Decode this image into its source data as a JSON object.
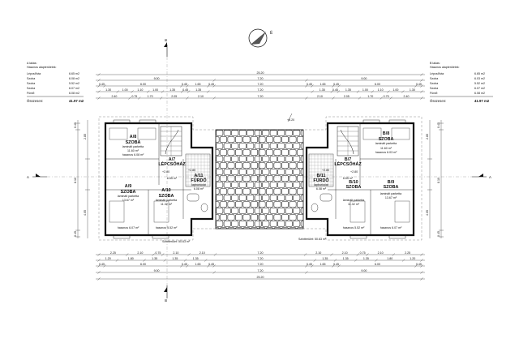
{
  "north_label": "É",
  "section_marks": {
    "b": "B",
    "a": "A"
  },
  "schedule_left": {
    "title": "A lakás:",
    "subtitle": "Hasznos alapterületek:",
    "rows": [
      {
        "name": "Lépcsőház",
        "area": "6.65 m2"
      },
      {
        "name": "Szoba",
        "area": "6.08 m2"
      },
      {
        "name": "Szoba",
        "area": "5.52 m2"
      },
      {
        "name": "Szoba",
        "area": "6.07 m2"
      },
      {
        "name": "Fürdő",
        "area": "6.08 m2"
      }
    ],
    "total_label": "Összesen:",
    "total_value": "41.97 m2"
  },
  "schedule_right": {
    "title": "B lakás:",
    "subtitle": "Hasznos alapterületek:",
    "rows": [
      {
        "name": "Lépcsőház",
        "area": "6.65 m2"
      },
      {
        "name": "Szoba",
        "area": "6.03 m2"
      },
      {
        "name": "Szoba",
        "area": "5.52 m2"
      },
      {
        "name": "Szoba",
        "area": "6.07 m2"
      },
      {
        "name": "Fürdő",
        "area": "6.08 m2"
      }
    ],
    "total_label": "Összesen:",
    "total_value": "41.97 m2"
  },
  "dims_top": {
    "overall": "25.20",
    "r2": [
      "9.00",
      "7.20",
      "9.00"
    ],
    "r3": [
      "0.45",
      "6.00",
      "0.45",
      "1.65",
      "0.45",
      "7.20",
      "0.45",
      "1.65",
      "0.45",
      "6.00",
      "0.45"
    ],
    "r4": [
      "1.30",
      "1.00",
      "1.10",
      "1.00",
      "1.35",
      "0.45",
      "1.35",
      "7.20",
      "1.35",
      "0.45",
      "1.35",
      "1.00",
      "1.10",
      "1.00",
      "1.30"
    ],
    "r5": [
      "2.40",
      "0.75",
      "1.70",
      "2.05",
      "2.10",
      "7.20",
      "2.10",
      "2.05",
      "1.70",
      "0.75",
      "2.40"
    ]
  },
  "dims_bottom": {
    "r1": [
      "2.25",
      "2.10",
      "0.75",
      "2.10",
      "2.10",
      "7.20",
      "2.10",
      "2.10",
      "0.75",
      "2.10",
      "2.25"
    ],
    "r2": [
      "1.20",
      "1.80",
      "1.35",
      "1.35",
      "1.35",
      "7.20",
      "1.35",
      "1.35",
      "1.35",
      "1.80",
      "1.20"
    ],
    "r3": [
      "0.45",
      "6.00",
      "0.45",
      "1.65",
      "0.45",
      "7.20",
      "0.45",
      "1.65",
      "0.45",
      "6.00",
      "0.45"
    ],
    "r4": [
      "9.00",
      "7.20",
      "9.00"
    ],
    "overall": "25.20"
  },
  "unit_a": {
    "rooms": [
      {
        "id": "A/8",
        "name": "SZOBA",
        "floor": "laminált parketta",
        "area": "11.60 m²",
        "useful": "hasznos 6.08 m²"
      },
      {
        "id": "A/7",
        "name": "LÉPCSŐHÁZ",
        "floor": "",
        "area": "6.65 m²",
        "useful": ""
      },
      {
        "id": "A/11",
        "name": "FÜRDŐ",
        "floor": "lapburkolat",
        "area": "6.08 m²",
        "useful": ""
      },
      {
        "id": "A/9",
        "name": "SZOBA",
        "floor": "laminált parketta",
        "area": "13.67 m²",
        "useful": "hasznos 6.07 m²"
      },
      {
        "id": "A/10",
        "name": "SZOBA",
        "floor": "laminált parketta",
        "area": "11.32 m²",
        "useful": "hasznos 5.52 m²"
      }
    ],
    "total": "Szintterület: 50.63 m²"
  },
  "unit_b": {
    "rooms": [
      {
        "id": "B/8",
        "name": "SZOBA",
        "floor": "laminált parketta",
        "area": "11.60 m²",
        "useful": "hasznos 6.03 m²"
      },
      {
        "id": "B/7",
        "name": "LÉPCSŐHÁZ",
        "floor": "",
        "area": "6.65 m²",
        "useful": ""
      },
      {
        "id": "B/11",
        "name": "FÜRDŐ",
        "floor": "lapburkolat",
        "area": "6.08 m²",
        "useful": ""
      },
      {
        "id": "B/10",
        "name": "SZOBA",
        "floor": "laminált parketta",
        "area": "11.32 m²",
        "useful": "hasznos 5.52 m²"
      },
      {
        "id": "B/9",
        "name": "SZOBA",
        "floor": "laminált parketta",
        "area": "13.67 m²",
        "useful": "hasznos 6.07 m²"
      }
    ],
    "total": "Szintterület: 50.63 m²"
  },
  "levels": {
    "roof_ridge": "+6.20",
    "a_stair": "+2.80",
    "b_stair": "+2.80",
    "a_bath": "+2.80",
    "b_bath": "+2.80"
  },
  "side_dims": {
    "left": [
      "0.45",
      "8.10",
      "0.45"
    ],
    "right": [
      "0.45",
      "8.10",
      "0.45"
    ],
    "left_small": [
      "0.45",
      "2.85",
      "4.05",
      "0.45"
    ],
    "right_small": [
      "0.45",
      "2.85",
      "4.05",
      "0.45"
    ]
  }
}
